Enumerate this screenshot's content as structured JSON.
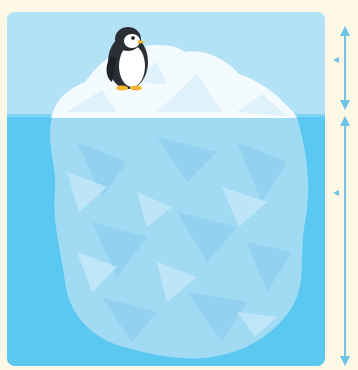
{
  "colors": {
    "page_background": "#fdf8e6",
    "sky": "#b3e1f6",
    "water": "#5ac8f0",
    "water_surface": "#7fd3f3",
    "ice_above": "#f4fbff",
    "ice_below": "#a9dbf3",
    "arrow": "#6fc3e8"
  },
  "scene": {
    "above_water": {
      "subject": "penguin",
      "element": "iceberg-tip"
    },
    "below_water": {
      "element": "iceberg-underwater-mass"
    }
  },
  "icons": {
    "penguin": "penguin-icon",
    "top_arrow": "double-arrow-vertical-icon",
    "bottom_arrow": "double-arrow-vertical-icon"
  }
}
